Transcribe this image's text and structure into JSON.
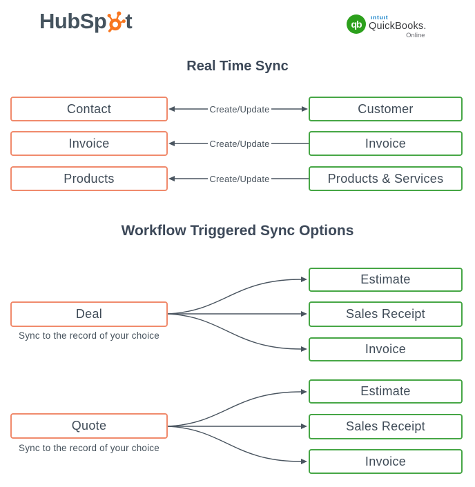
{
  "header": {
    "hubspot_logo": {
      "prefix": "HubSp",
      "suffix": "t",
      "full_name": "HubSpot"
    },
    "quickbooks_logo": {
      "monogram": "qb",
      "intuit": "ıntuıt",
      "name": "QuickBooks.",
      "online": "Online"
    }
  },
  "colors": {
    "hubspot_dark": "#45535e",
    "hubspot_orange": "#f8761f",
    "orange_box_border": "#f08a6c",
    "green_box_border": "#46a645",
    "quickbooks_green": "#2ca01c",
    "intuit_blue": "#0077c5",
    "arrow_gray": "#4a5560"
  },
  "realtime": {
    "title": "Real Time Sync",
    "rows": [
      {
        "left": "Contact",
        "right": "Customer",
        "label": "Create/Update",
        "direction": "bidirectional"
      },
      {
        "left": "Invoice",
        "right": "Invoice",
        "label": "Create/Update",
        "direction": "right-to-left"
      },
      {
        "left": "Products",
        "right": "Products & Services",
        "label": "Create/Update",
        "direction": "right-to-left"
      }
    ]
  },
  "workflow": {
    "title": "Workflow Triggered Sync Options",
    "groups": [
      {
        "source": "Deal",
        "caption": "Sync to the record of your choice",
        "targets": [
          "Estimate",
          "Sales Receipt",
          "Invoice"
        ]
      },
      {
        "source": "Quote",
        "caption": "Sync to the record of your choice",
        "targets": [
          "Estimate",
          "Sales Receipt",
          "Invoice"
        ]
      }
    ]
  }
}
